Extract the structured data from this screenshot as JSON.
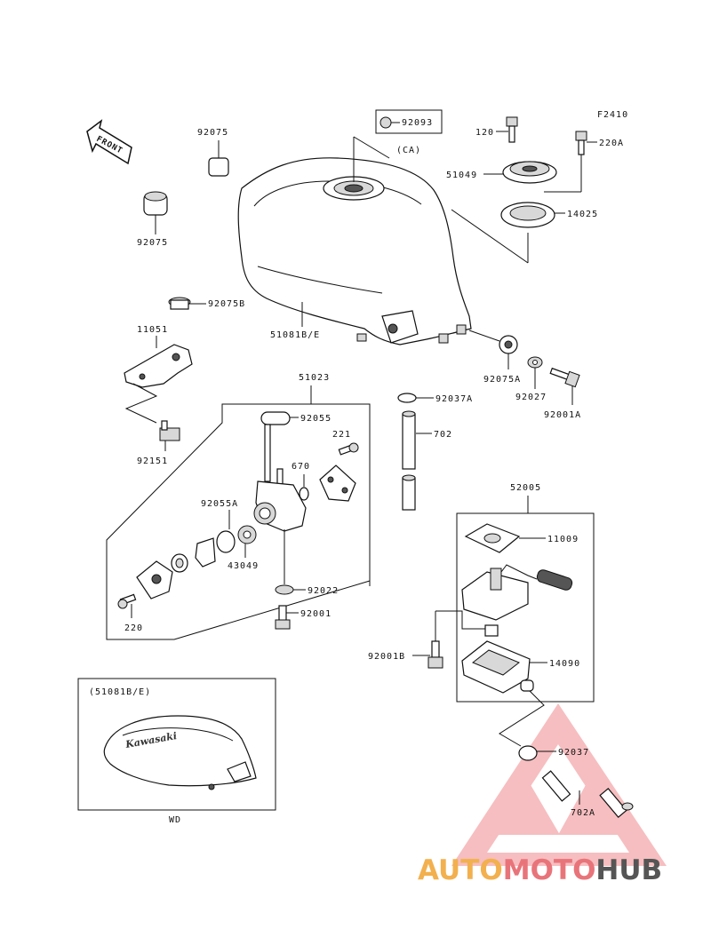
{
  "figure_code": "F2410",
  "front_label": "FRONT",
  "parts": {
    "p92093": "92093",
    "ca_note": "(CA)",
    "p92075_top": "92075",
    "p92075_left": "92075",
    "p120": "120",
    "p220A": "220A",
    "p51049": "51049",
    "p14025": "14025",
    "p92075B": "92075B",
    "p51081": "51081B/E",
    "p11051": "11051",
    "p92075A": "92075A",
    "p92027": "92027",
    "p92001A": "92001A",
    "p51023": "51023",
    "p92037A": "92037A",
    "p92055": "92055",
    "p221": "221",
    "p670": "670",
    "p702": "702",
    "p92151": "92151",
    "p92055A": "92055A",
    "p43049": "43049",
    "p92022": "92022",
    "p92001": "92001",
    "p220": "220",
    "p52005": "52005",
    "p11009": "11009",
    "p92001B": "92001B",
    "p14090": "14090",
    "p92037": "92037",
    "p702A": "702A",
    "inset_title": "(51081B/E)",
    "inset_caption": "WD",
    "tank_brand": "Kawasaki"
  },
  "watermark": {
    "part1": "AUTO",
    "part2": "MOTO",
    "part3": "HUB",
    "colors": {
      "orange": "#f2b04e",
      "red": "#e8747a",
      "gray": "#555555"
    }
  }
}
